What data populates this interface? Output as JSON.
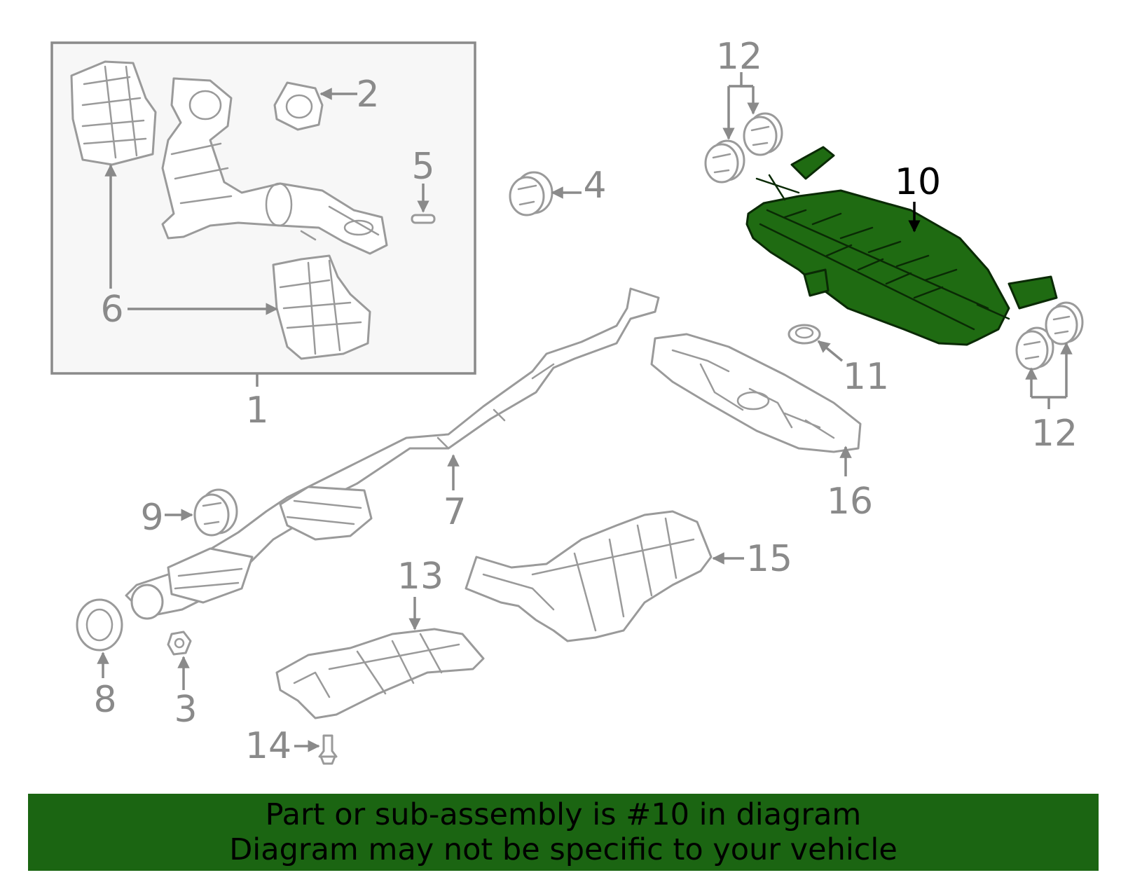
{
  "callouts": {
    "c1": "1",
    "c2": "2",
    "c3": "3",
    "c4": "4",
    "c5": "5",
    "c6": "6",
    "c7": "7",
    "c8": "8",
    "c9": "9",
    "c10": "10",
    "c11": "11",
    "c12a": "12",
    "c12b": "12",
    "c13": "13",
    "c14": "14",
    "c15": "15",
    "c16": "16"
  },
  "highlighted_part": "10",
  "colors": {
    "highlight": "#1f6b12",
    "banner": "#1b6512",
    "line_art": "#9a9a9a"
  },
  "banner": {
    "line1": "Part or sub-assembly is #10 in diagram",
    "line2": "Diagram may not be specific to your vehicle"
  }
}
